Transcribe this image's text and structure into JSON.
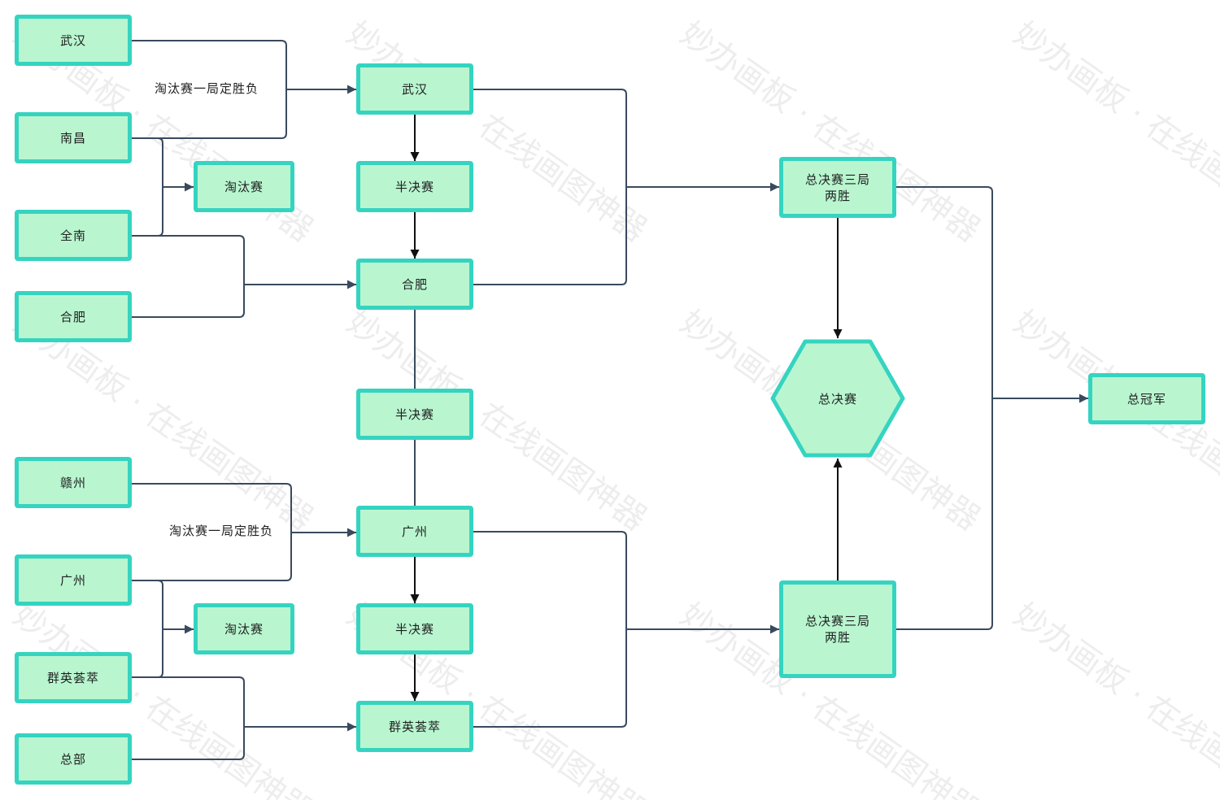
{
  "colors": {
    "node_fill": "#b9f6d0",
    "node_border": "#35d4c0",
    "edge": "#3a4a5e",
    "arrow_dark": "#111111"
  },
  "nodes": {
    "wuhan_left": "武汉",
    "nanchang": "南昌",
    "quannan": "全南",
    "hefei_left": "合肥",
    "elim_top": "淘汰赛",
    "wuhan_mid": "武汉",
    "semi_1": "半决赛",
    "hefei_mid": "合肥",
    "semi_center": "半决赛",
    "ganzhou": "赣州",
    "guangzhou_left": "广州",
    "qunying_left": "群英荟萃",
    "hq": "总部",
    "elim_bottom": "淘汰赛",
    "guangzhou_mid": "广州",
    "semi_2": "半决赛",
    "qunying_mid": "群英荟萃",
    "final_bo3_top": "总决赛三局\n两胜",
    "final_bo3_bottom": "总决赛三局\n两胜",
    "final": "总决赛",
    "champion": "总冠军"
  },
  "edge_labels": {
    "top": "淘汰赛一局定胜负",
    "bottom": "淘汰赛一局定胜负"
  },
  "watermark": "妙办画板 · 在线画图神器"
}
